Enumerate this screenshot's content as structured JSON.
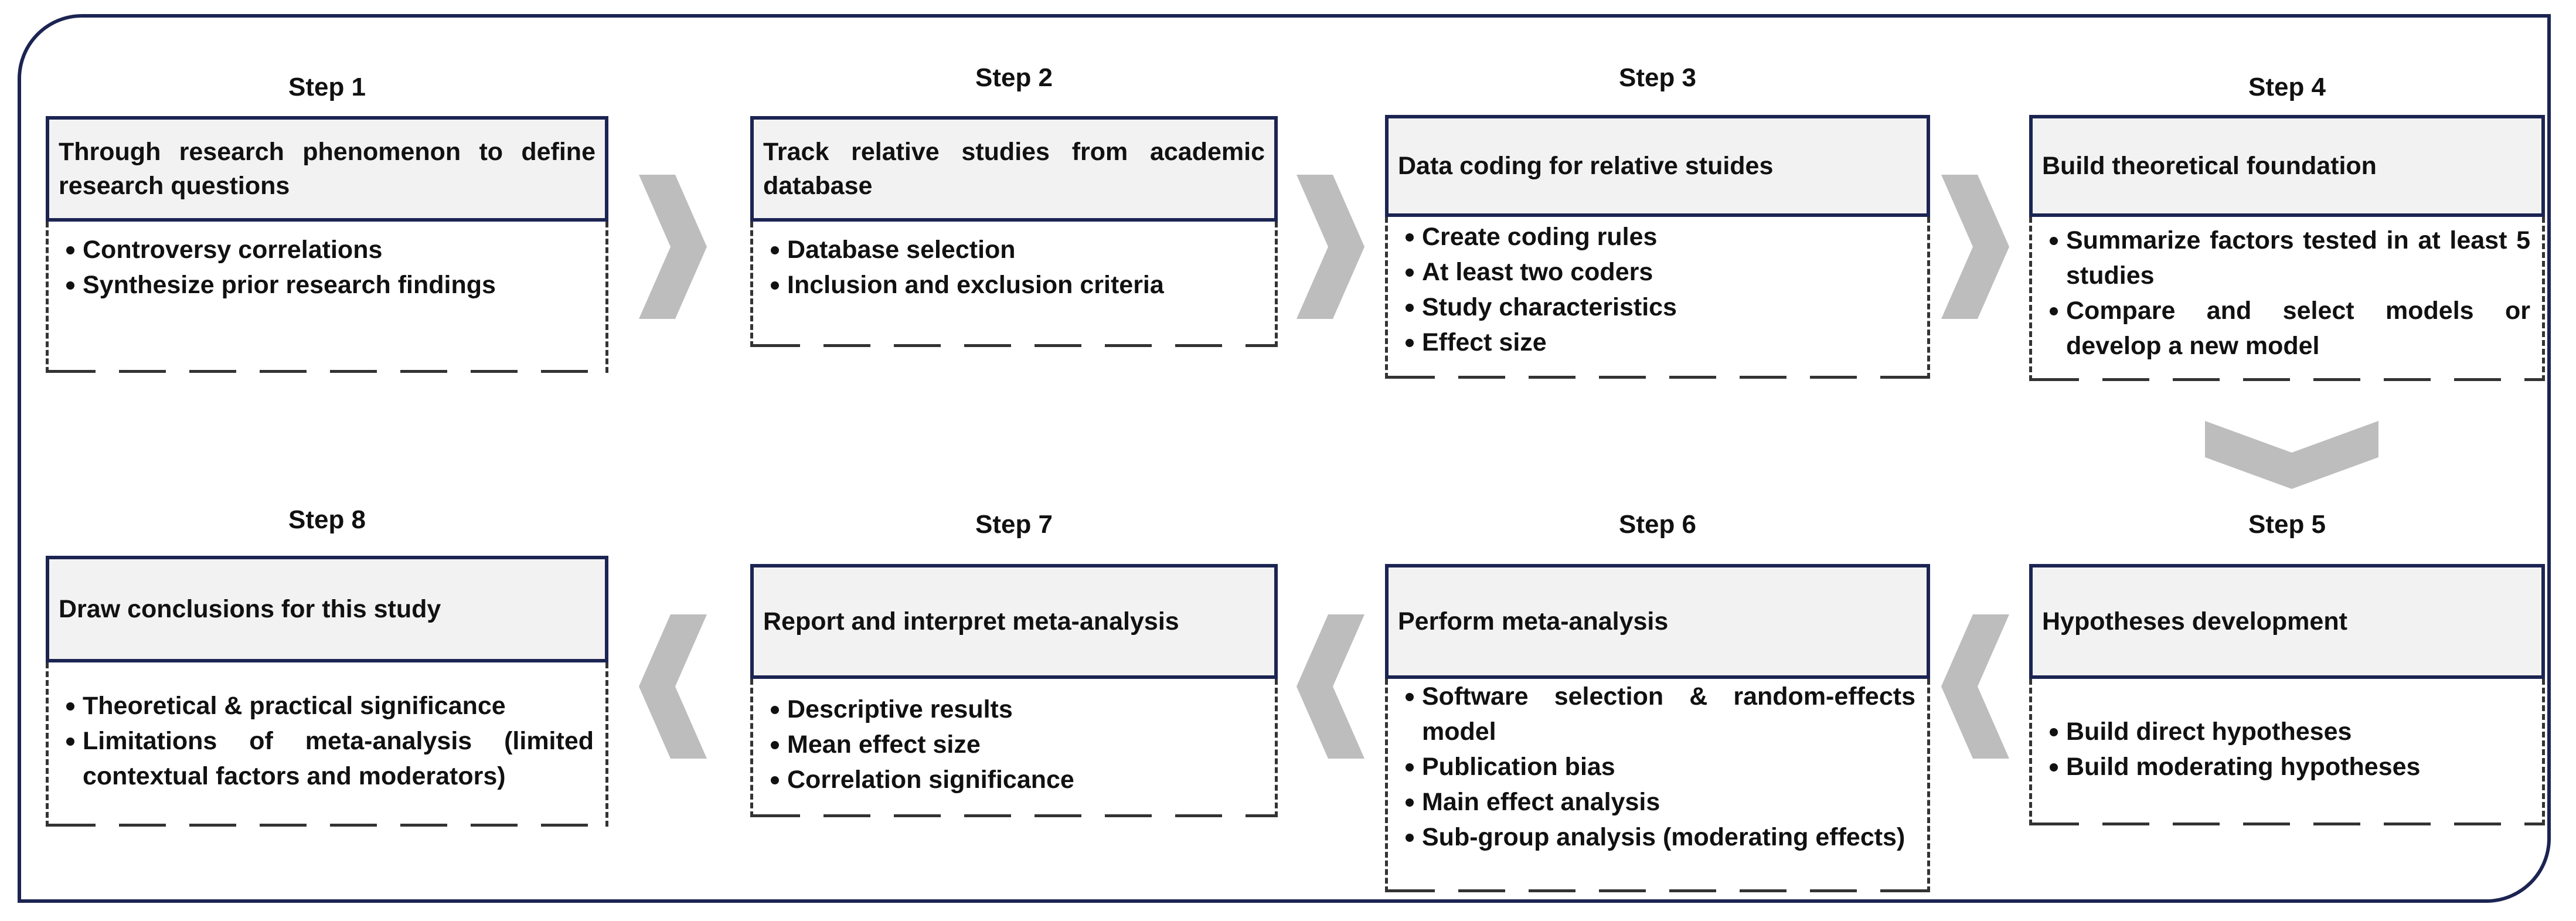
{
  "steps": [
    {
      "label": "Step 1",
      "title": "Through research phenomenon to define research questions",
      "items": [
        "Controversy correlations",
        "Synthesize prior research findings"
      ]
    },
    {
      "label": "Step 2",
      "title": "Track relative studies from academic database",
      "items": [
        "Database selection",
        "Inclusion and exclusion criteria"
      ]
    },
    {
      "label": "Step 3",
      "title": "Data coding for relative stuides",
      "items": [
        "Create coding rules",
        "At least two coders",
        "Study characteristics",
        "Effect size"
      ]
    },
    {
      "label": "Step 4",
      "title": "Build theoretical foundation",
      "items": [
        "Summarize factors tested in at least 5 studies",
        "Compare and select models or develop a new model"
      ]
    },
    {
      "label": "Step 5",
      "title": "Hypotheses development",
      "items": [
        "Build direct hypotheses",
        "Build moderating hypotheses"
      ]
    },
    {
      "label": "Step 6",
      "title": "Perform meta-analysis",
      "items": [
        "Software selection & random-effects model",
        "Publication bias",
        "Main effect analysis",
        "Sub-group analysis (moderating effects)"
      ]
    },
    {
      "label": "Step 7",
      "title": "Report and interpret meta-analysis",
      "items": [
        "Descriptive results",
        "Mean effect size",
        "Correlation significance"
      ]
    },
    {
      "label": "Step 8",
      "title": "Draw conclusions for this study",
      "items": [
        "Theoretical & practical significance",
        "Limitations of meta-analysis (limited contextual factors and moderators)"
      ]
    }
  ],
  "colors": {
    "frame": "#1c2452",
    "title_fill": "#f2f2f2",
    "arrow": "#bdbdbd"
  }
}
